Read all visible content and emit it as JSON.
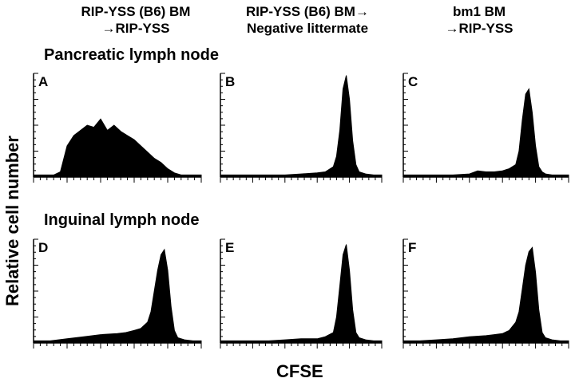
{
  "column_headers": [
    {
      "line1": "RIP-YSS (B6) BM",
      "line2": "→RIP-YSS"
    },
    {
      "line1": "RIP-YSS (B6) BM→",
      "line2": "Negative  littermate"
    },
    {
      "line1": "bm1 BM",
      "line2": "→RIP-YSS"
    }
  ],
  "row_labels": [
    "Pancreatic lymph node",
    "Inguinal lymph node"
  ],
  "y_axis_label": "Relative cell number",
  "x_axis_label": "CFSE",
  "colors": {
    "fill": "#000000",
    "axis": "#000000",
    "background": "#ffffff"
  },
  "chart_data": [
    {
      "type": "area",
      "panel": "A",
      "x": [
        0,
        4,
        8,
        12,
        16,
        20,
        24,
        28,
        32,
        36,
        40,
        44,
        48,
        52,
        56,
        60,
        64,
        68,
        72,
        76,
        80,
        84,
        88,
        92,
        96,
        100
      ],
      "y": [
        2,
        2,
        2,
        2,
        5,
        30,
        40,
        45,
        50,
        48,
        56,
        45,
        50,
        44,
        40,
        36,
        30,
        24,
        18,
        14,
        8,
        4,
        2,
        2,
        2,
        2
      ],
      "ylim": [
        0,
        100
      ],
      "xlim": [
        0,
        100
      ]
    },
    {
      "type": "area",
      "panel": "B",
      "x": [
        0,
        10,
        20,
        30,
        40,
        50,
        60,
        65,
        70,
        72,
        74,
        76,
        78,
        80,
        82,
        84,
        86,
        90,
        95,
        100
      ],
      "y": [
        2,
        2,
        2,
        2,
        2,
        3,
        4,
        5,
        10,
        20,
        45,
        85,
        98,
        75,
        35,
        12,
        5,
        3,
        2,
        2
      ],
      "ylim": [
        0,
        100
      ],
      "xlim": [
        0,
        100
      ]
    },
    {
      "type": "area",
      "panel": "C",
      "x": [
        0,
        10,
        20,
        30,
        40,
        45,
        50,
        55,
        60,
        64,
        68,
        70,
        72,
        74,
        76,
        78,
        80,
        82,
        84,
        86,
        90,
        95,
        100
      ],
      "y": [
        2,
        2,
        2,
        2,
        3,
        6,
        5,
        5,
        6,
        8,
        12,
        25,
        55,
        80,
        85,
        62,
        30,
        10,
        5,
        3,
        2,
        2,
        2
      ],
      "ylim": [
        0,
        100
      ],
      "xlim": [
        0,
        100
      ]
    },
    {
      "type": "area",
      "panel": "D",
      "x": [
        0,
        10,
        20,
        30,
        40,
        50,
        55,
        60,
        64,
        68,
        70,
        72,
        74,
        76,
        78,
        80,
        82,
        84,
        86,
        90,
        95,
        100
      ],
      "y": [
        2,
        2,
        4,
        6,
        8,
        9,
        10,
        12,
        14,
        20,
        30,
        50,
        70,
        85,
        90,
        70,
        35,
        12,
        5,
        3,
        2,
        2
      ],
      "ylim": [
        0,
        100
      ],
      "xlim": [
        0,
        100
      ]
    },
    {
      "type": "area",
      "panel": "E",
      "x": [
        0,
        10,
        20,
        30,
        40,
        50,
        60,
        65,
        70,
        72,
        74,
        76,
        78,
        80,
        82,
        84,
        86,
        90,
        95,
        100
      ],
      "y": [
        2,
        2,
        2,
        2,
        3,
        4,
        4,
        6,
        10,
        25,
        55,
        85,
        95,
        70,
        32,
        10,
        5,
        3,
        2,
        2
      ],
      "ylim": [
        0,
        100
      ],
      "xlim": [
        0,
        100
      ]
    },
    {
      "type": "area",
      "panel": "F",
      "x": [
        0,
        10,
        20,
        30,
        40,
        50,
        55,
        60,
        64,
        68,
        70,
        72,
        74,
        76,
        78,
        80,
        82,
        84,
        86,
        90,
        95,
        100
      ],
      "y": [
        2,
        2,
        3,
        4,
        6,
        7,
        8,
        9,
        12,
        20,
        30,
        52,
        75,
        88,
        92,
        68,
        32,
        10,
        5,
        3,
        2,
        2
      ],
      "ylim": [
        0,
        100
      ],
      "xlim": [
        0,
        100
      ]
    }
  ]
}
